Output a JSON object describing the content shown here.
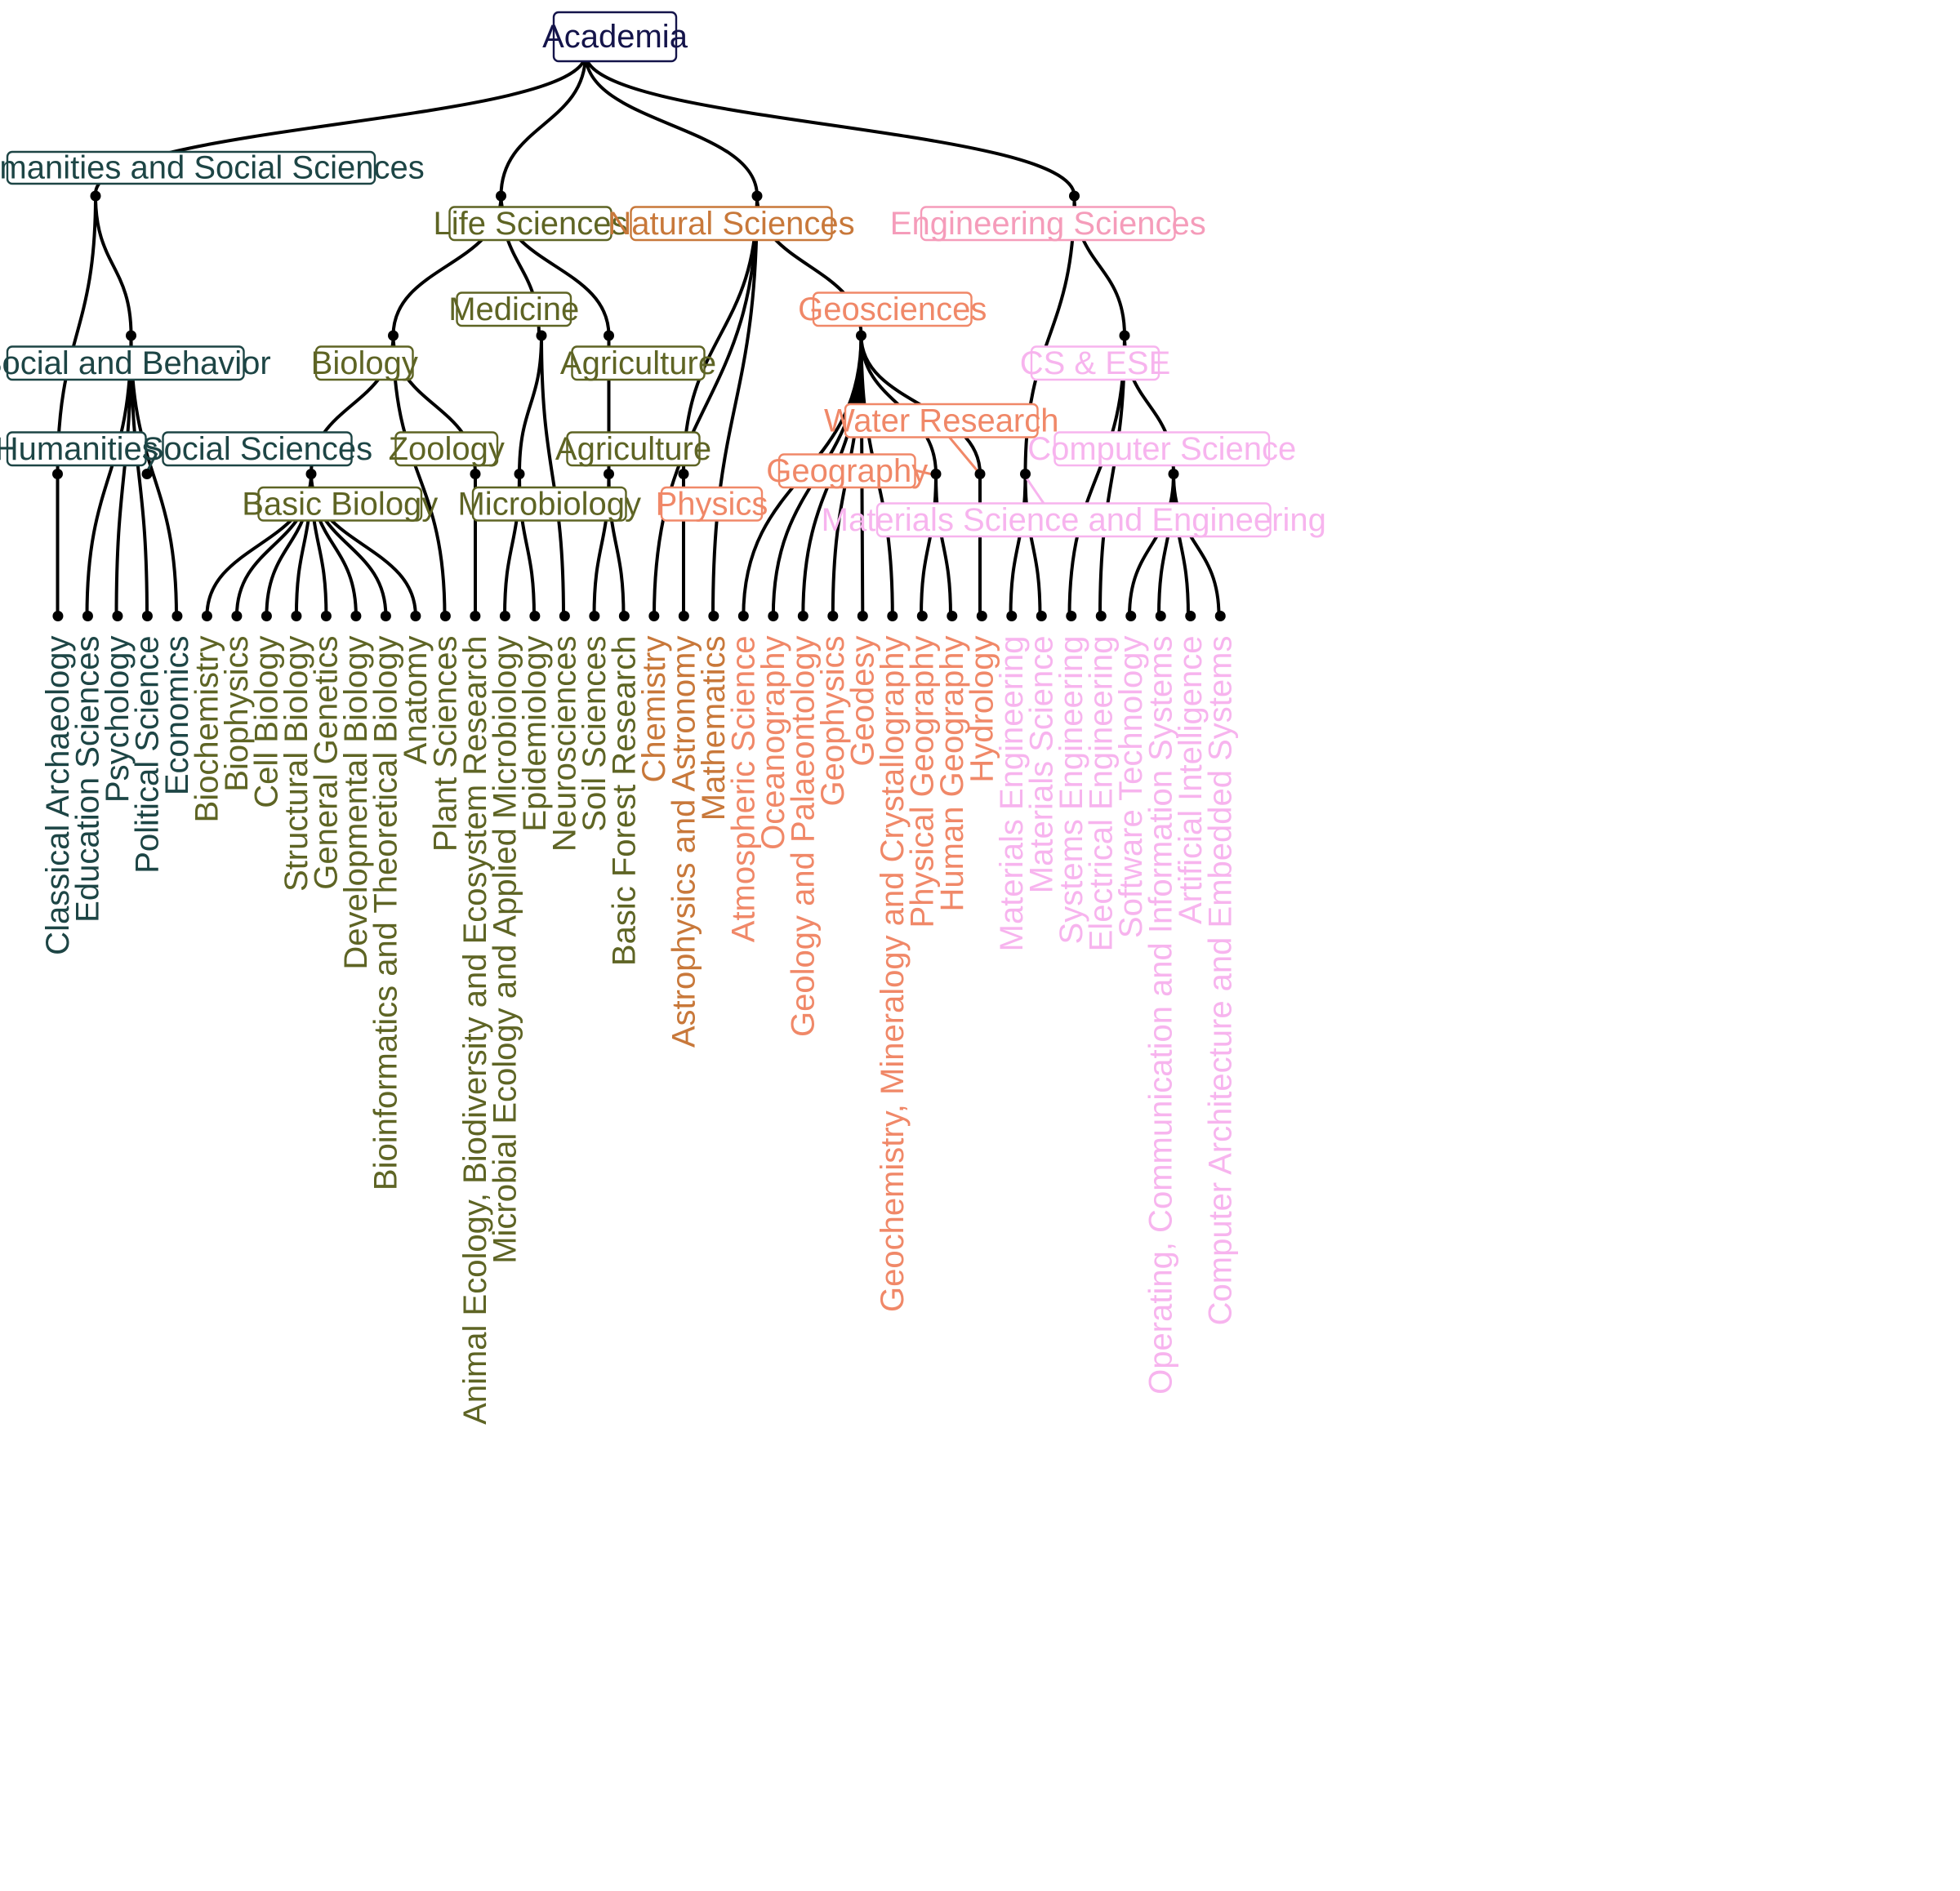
{
  "colors": {
    "root": "#14144a",
    "humanities": "#1d4545",
    "life": "#5e6424",
    "natural": "#c8783a",
    "geo": "#f08868",
    "engineering": "#f59cba",
    "cs": "#f7b4ee"
  },
  "nodes": {
    "academia": "Academia",
    "humanities_social": "Humanities and Social Sciences",
    "life_sciences": "Life Sciences",
    "natural_sciences": "Natural Sciences",
    "engineering_sciences": "Engineering Sciences",
    "social_behavior": "Social and Behavior",
    "humanities": "Humanities",
    "social_sciences": "Social Sciences",
    "medicine": "Medicine",
    "biology": "Biology",
    "agriculture_1": "Agriculture",
    "zoology": "Zoology",
    "agriculture_2": "Agriculture",
    "basic_biology": "Basic Biology",
    "microbiology": "Microbiology",
    "geosciences": "Geosciences",
    "water_research": "Water Research",
    "geography": "Geography",
    "physics": "Physics",
    "cs_ese": "CS & ESE",
    "computer_science": "Computer Science",
    "materials_se": "Materials Science and Engineering"
  },
  "leaves": [
    {
      "label": "Classical Archaeology",
      "group": "humanities"
    },
    {
      "label": "Education Sciences",
      "group": "humanities"
    },
    {
      "label": "Psychology",
      "group": "humanities"
    },
    {
      "label": "Political Science",
      "group": "humanities"
    },
    {
      "label": "Economics",
      "group": "humanities"
    },
    {
      "label": "Biochemistry",
      "group": "life"
    },
    {
      "label": "Biophysics",
      "group": "life"
    },
    {
      "label": "Cell Biology",
      "group": "life"
    },
    {
      "label": "Structural Biology",
      "group": "life"
    },
    {
      "label": "General Genetics",
      "group": "life"
    },
    {
      "label": "Developmental Biology",
      "group": "life"
    },
    {
      "label": "Bioinformatics and Theoretical Biology",
      "group": "life"
    },
    {
      "label": "Anatomy",
      "group": "life"
    },
    {
      "label": "Plant Sciences",
      "group": "life"
    },
    {
      "label": "Animal Ecology, Biodiversity and Ecosystem Research",
      "group": "life"
    },
    {
      "label": "Microbial Ecology and Applied Microbiology",
      "group": "life"
    },
    {
      "label": "Epidemiology",
      "group": "life"
    },
    {
      "label": "Neurosciences",
      "group": "life"
    },
    {
      "label": "Soil Sciences",
      "group": "life"
    },
    {
      "label": "Basic Forest Research",
      "group": "life"
    },
    {
      "label": "Chemistry",
      "group": "natural"
    },
    {
      "label": "Astrophysics and Astronomy",
      "group": "natural"
    },
    {
      "label": "Mathematics",
      "group": "natural"
    },
    {
      "label": "Atmospheric Science",
      "group": "geo"
    },
    {
      "label": "Oceanography",
      "group": "geo"
    },
    {
      "label": "Geology and Palaeontology",
      "group": "geo"
    },
    {
      "label": "Geophysics",
      "group": "geo"
    },
    {
      "label": "Geodesy",
      "group": "geo"
    },
    {
      "label": "Geochemistry, Mineralogy and Crystallography",
      "group": "geo"
    },
    {
      "label": "Physical Geography",
      "group": "geo"
    },
    {
      "label": "Human Geography",
      "group": "geo"
    },
    {
      "label": "Hydrology",
      "group": "geo"
    },
    {
      "label": "Materials Engineering",
      "group": "cs"
    },
    {
      "label": "Materials Science",
      "group": "cs"
    },
    {
      "label": "Systems Engineering",
      "group": "cs"
    },
    {
      "label": "Electrical Engineering",
      "group": "cs"
    },
    {
      "label": "Software Technology",
      "group": "cs"
    },
    {
      "label": "Operating, Communication and Information Systems",
      "group": "cs"
    },
    {
      "label": "Artificial Intelligence",
      "group": "cs"
    },
    {
      "label": "Computer Architecture and Embedded Systems",
      "group": "cs"
    }
  ]
}
